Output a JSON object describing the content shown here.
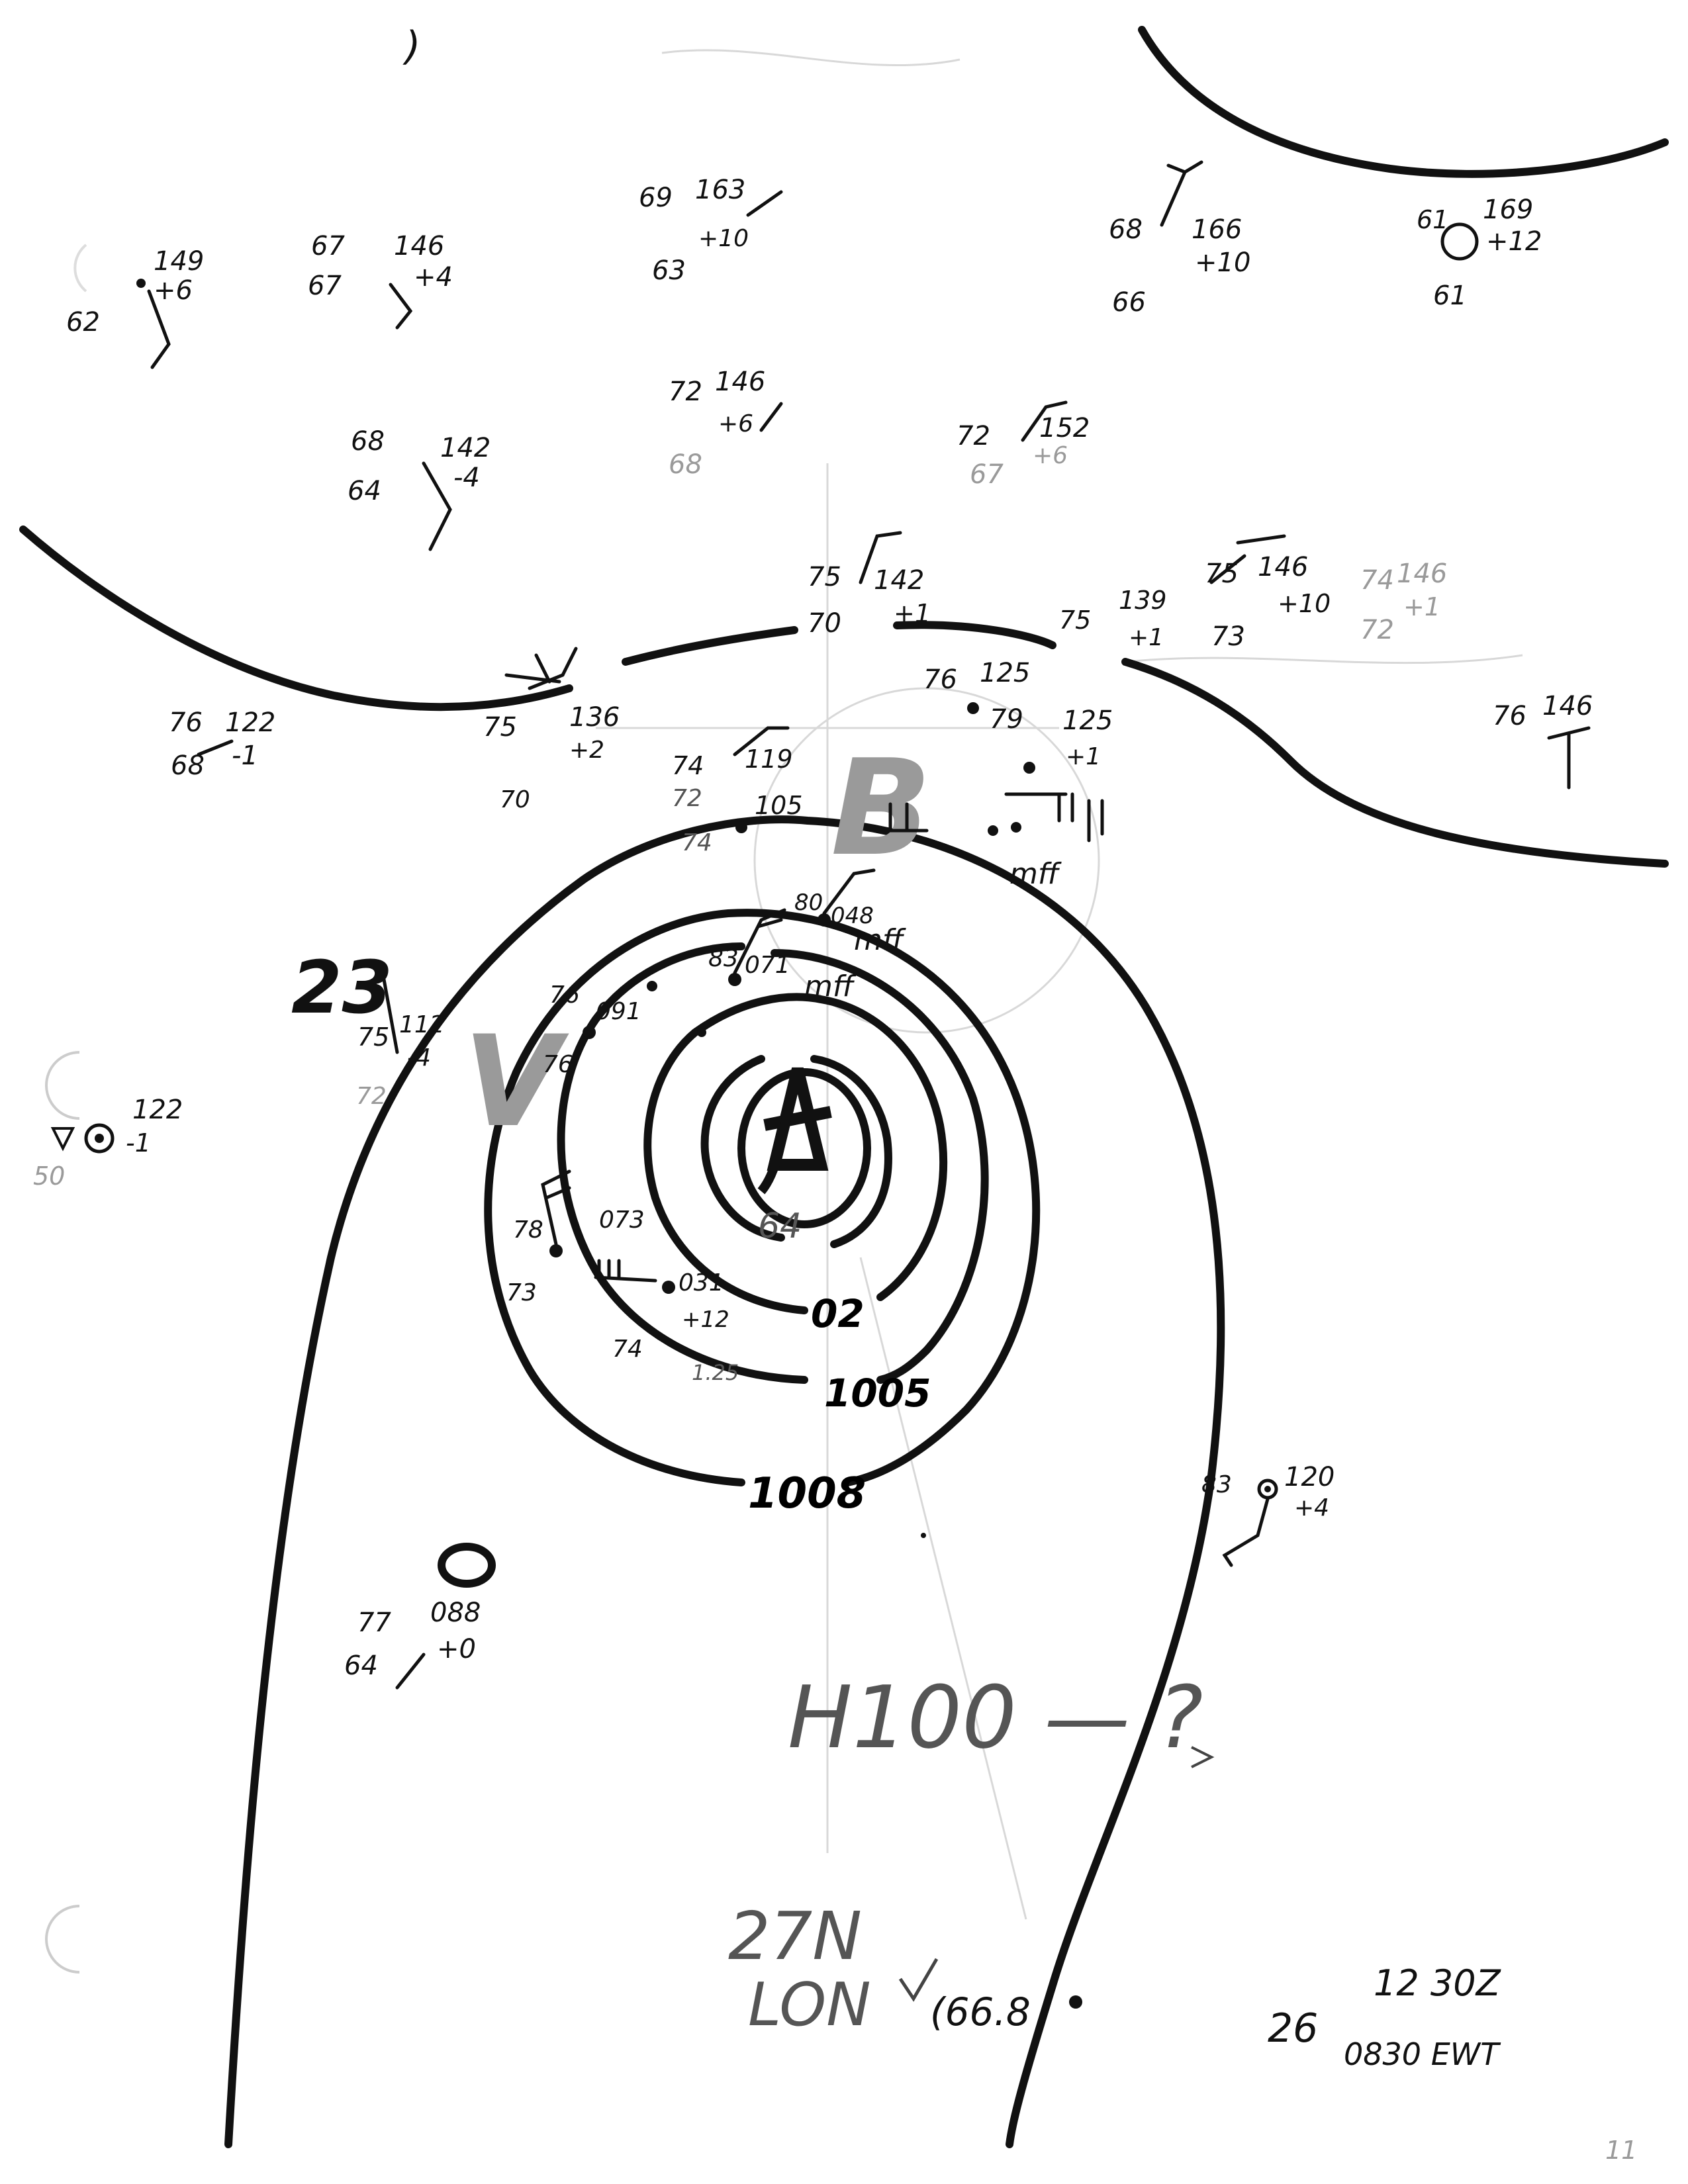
{
  "header_mark": ")",
  "isobar_labels": {
    "inner": "02",
    "middle": "1005",
    "outer": "1008"
  },
  "center": {
    "symbol": "hurricane-symbol",
    "label": "64"
  },
  "annotations": {
    "big_number": "23",
    "high_note": "H100 — ?",
    "lat": "27N",
    "lon": "LON",
    "lon_value": "(66.8",
    "day": "26",
    "time_utc": "12 30Z",
    "time_local": "0830 EWT",
    "page_number": "11"
  },
  "stations": [
    {
      "id": "s01",
      "t": "62",
      "p": "149",
      "tend": "+6",
      "td": ""
    },
    {
      "id": "s02",
      "t": "67",
      "p": "146",
      "tend": "+4",
      "td": "67"
    },
    {
      "id": "s03",
      "t": "69",
      "p": "163",
      "tend": "+10",
      "td": "63"
    },
    {
      "id": "s04",
      "t": "68",
      "p": "166",
      "tend": "+10",
      "td": "66"
    },
    {
      "id": "s05",
      "t": "61",
      "p": "169",
      "tend": "+12",
      "td": "61"
    },
    {
      "id": "s06",
      "t": "72",
      "p": "146",
      "tend": "+6",
      "td": "68"
    },
    {
      "id": "s07",
      "t": "72",
      "p": "152",
      "tend": "+6",
      "td": "67"
    },
    {
      "id": "s08",
      "t": "68",
      "p": "142",
      "tend": "-4",
      "td": "64"
    },
    {
      "id": "s09",
      "t": "75",
      "p": "142",
      "tend": "+1",
      "td": "70"
    },
    {
      "id": "s10",
      "t": "75",
      "p": "146",
      "tend": "+10",
      "td": "73"
    },
    {
      "id": "s11",
      "t": "74",
      "p": "146",
      "tend": "+1",
      "td": "72"
    },
    {
      "id": "s12",
      "t": "75",
      "p": "139",
      "tend": "+1",
      "td": ""
    },
    {
      "id": "s13",
      "t": "76",
      "p": "122",
      "tend": "-1",
      "td": "68"
    },
    {
      "id": "s14",
      "t": "75",
      "p": "136",
      "tend": "+2",
      "td": "70"
    },
    {
      "id": "s15",
      "t": "76",
      "p": "125",
      "tend": "",
      "td": ""
    },
    {
      "id": "s16",
      "t": "79",
      "p": "125",
      "tend": "+1",
      "td": ""
    },
    {
      "id": "s17",
      "t": "74",
      "p": "119",
      "tend": "",
      "td": "72"
    },
    {
      "id": "s18",
      "t": "",
      "p": "105",
      "tend": "",
      "td": "74"
    },
    {
      "id": "s19",
      "t": "76",
      "p": "146",
      "tend": "",
      "td": ""
    },
    {
      "id": "s20",
      "t": "75",
      "p": "112",
      "tend": "-4",
      "td": "72"
    },
    {
      "id": "s21",
      "t": "",
      "p": "122",
      "tend": "-1",
      "td": "50"
    },
    {
      "id": "s22",
      "t": "76",
      "p": "091",
      "tend": "",
      "td": "76"
    },
    {
      "id": "s23",
      "t": "83",
      "p": "071",
      "tend": "",
      "td": ""
    },
    {
      "id": "s24",
      "t": "80",
      "p": "048",
      "tend": "",
      "td": ""
    },
    {
      "id": "s25",
      "t": "78",
      "p": "073",
      "tend": "",
      "td": "73"
    },
    {
      "id": "s26",
      "t": "",
      "p": "031",
      "tend": "+12",
      "td": "74"
    },
    {
      "id": "s27",
      "t": "83",
      "p": "120",
      "tend": "+4",
      "td": ""
    },
    {
      "id": "s28",
      "t": "77",
      "p": "088",
      "tend": "+0",
      "td": "64"
    }
  ],
  "station_extras": {
    "mff_a": "mff",
    "mff_b": "mff",
    "mff_c": "mff",
    "rain_amount": "1.25",
    "v_letter": "V",
    "b_letter": "B"
  }
}
